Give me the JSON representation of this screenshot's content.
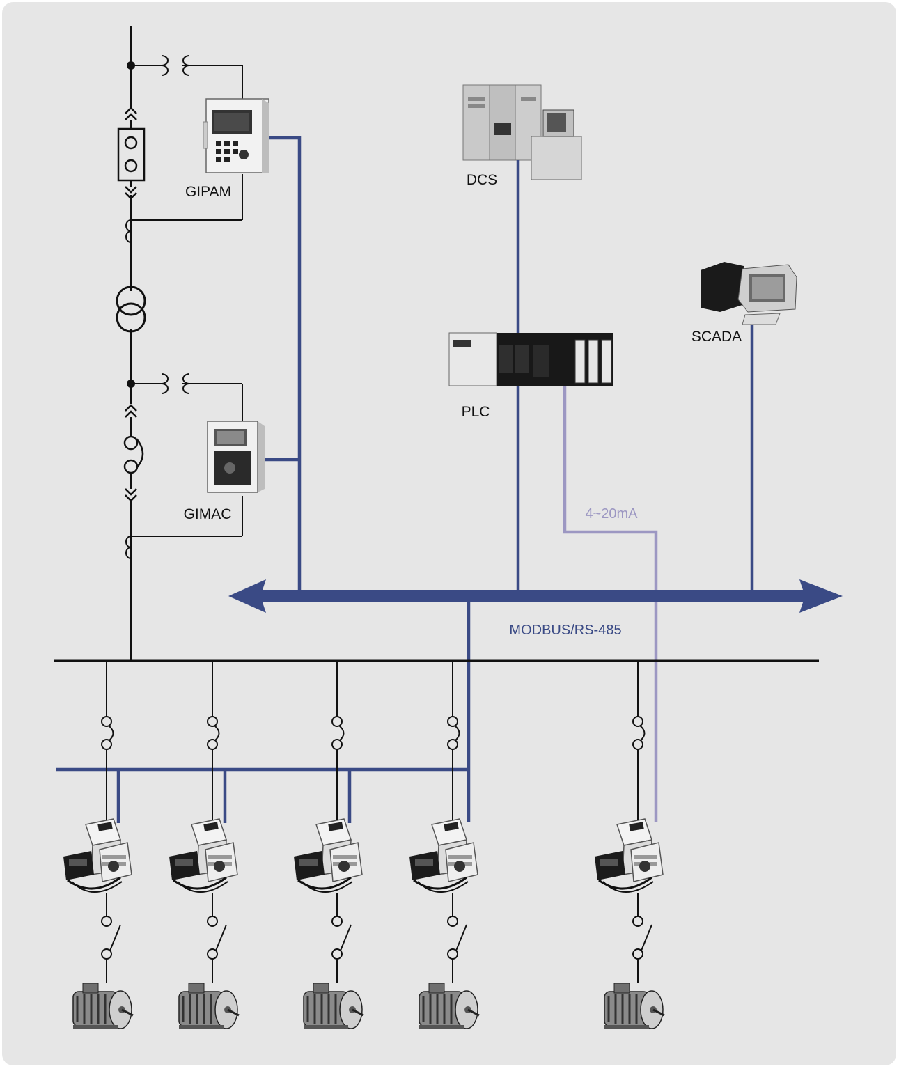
{
  "labels": {
    "gipam": "GIPAM",
    "gimac": "GIMAC",
    "dcs": "DCS",
    "plc": "PLC",
    "scada": "SCADA",
    "analog": "4~20mA",
    "bus": "MODBUS/RS-485"
  },
  "colors": {
    "background": "#e6e6e6",
    "modbus": "#3a4a85",
    "analog": "#9c97c2",
    "wire": "#111111"
  },
  "icons": {
    "gipam": "relay-meter-device-icon",
    "gimac": "power-meter-device-icon",
    "dcs": "control-cabinet-workstation-icon",
    "plc": "plc-rack-icon",
    "scada": "pc-workstation-icon",
    "motor_relay": "motor-protection-relay-icon",
    "motor": "electric-motor-icon"
  }
}
